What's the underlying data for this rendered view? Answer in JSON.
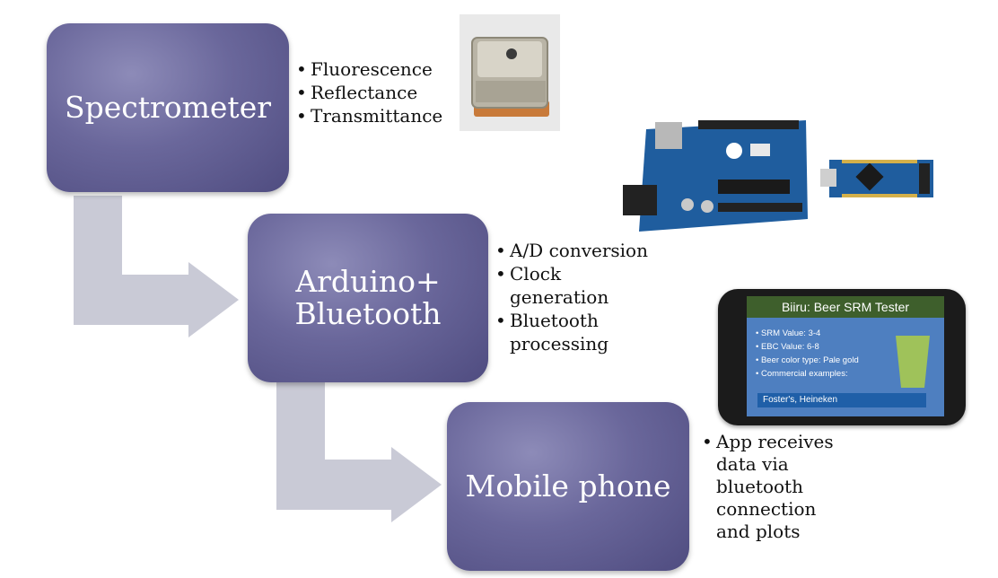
{
  "stages": [
    {
      "title": "Spectrometer",
      "bullets": [
        "Fluorescence",
        "Reflectance",
        "Transmittance"
      ]
    },
    {
      "title": "Arduino+\nBluetooth",
      "bullets": [
        "A/D conversion",
        "Clock\ngeneration",
        "Bluetooth\nprocessing"
      ]
    },
    {
      "title": "Mobile phone",
      "bullets": [
        "App receives\ndata via\nbluetooth\nconnection\nand plots"
      ]
    }
  ],
  "phone_app": {
    "title": "Biiru: Beer SRM Tester",
    "items": [
      "SRM Value: 3-4",
      "EBC Value: 6-8",
      "Beer color type: Pale gold",
      "Commercial examples:"
    ],
    "highlight": "Foster's, Heineken"
  },
  "colors": {
    "box": "#5b5890",
    "arrow": "#c9cad6",
    "screen": "#4e7fc0",
    "beer": "#9fc25a"
  }
}
